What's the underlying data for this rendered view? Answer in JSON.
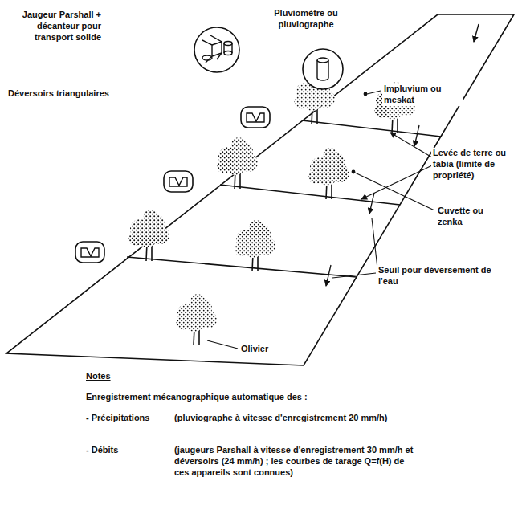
{
  "diagram": {
    "labels": [
      "Jaugeur Parshall + décanteur pour transport solide",
      "Pluviomètre ou pluviographe",
      "Déversoirs triangulaires",
      "Impluvium ou meskat",
      "Levée de terre ou tabia (limite de propriété)",
      "Cuvette ou zenka",
      "Seuil pour déversement de l'eau",
      "Olivier",
      "Notes",
      "Enregistrement mécanographique automatique des :",
      "- Précipitations",
      "(pluviographe à vitesse d'enregistrement 20 mm/h)",
      "- Débits",
      "(jaugeurs Parshall à vitesse d'enregistrement 30 mm/h et déversoirs (24 mm/h) ; les courbes de tarage Q=f(H) de ces appareils sont connues)"
    ]
  }
}
